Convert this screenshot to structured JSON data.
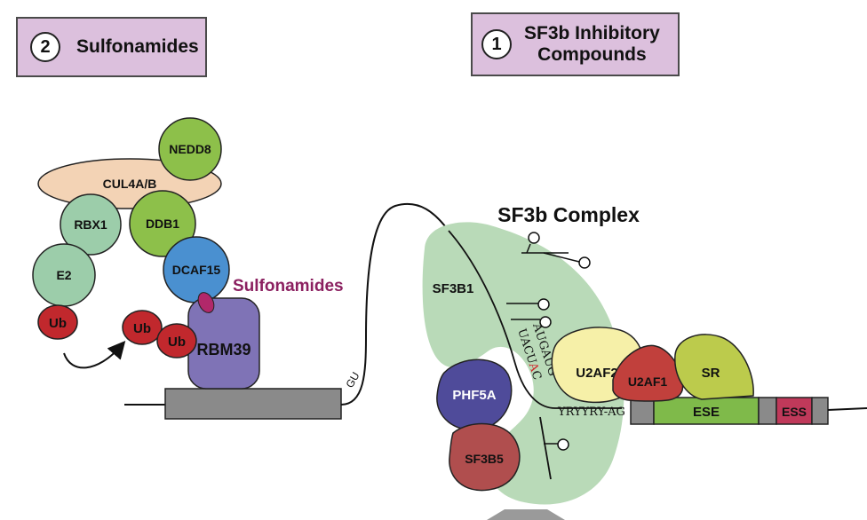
{
  "boxes": {
    "left": {
      "number": "2",
      "label": "Sulfonamides"
    },
    "right": {
      "number": "1",
      "label_line1": "SF3b Inhibitory",
      "label_line2": "Compounds"
    }
  },
  "left_complex": {
    "nedd8": "NEDD8",
    "cul4": "CUL4A/B",
    "rbx1": "RBX1",
    "ddb1": "DDB1",
    "e2": "E2",
    "dcaf15": "DCAF15",
    "ub": "Ub",
    "rbm39": "RBM39",
    "drug_label": "Sulfonamides",
    "gu": "GU"
  },
  "sf3b": {
    "title": "SF3b Complex",
    "sf3b1": "SF3B1",
    "phf5a": "PHF5A",
    "sf3b5": "SF3B5",
    "u2af2": "U2AF2",
    "u2af1": "U2AF1",
    "sr": "SR",
    "ese": "ESE",
    "ess": "ESS",
    "seq_rna_prefix": "UACU",
    "seq_branch_a": "A",
    "seq_rna_suffix": "C",
    "seq_aug": "AUGAUG",
    "seq_polypyr": "YRYYRY",
    "seq_ag": "AG"
  },
  "colors": {
    "box_fill": "#dcc0dd",
    "nedd8": "#8dc04a",
    "cul4": "#f3d3b5",
    "rbx1": "#9ccdaa",
    "ddb1": "#8dc04a",
    "dcaf15": "#4a90d0",
    "ub": "#c1282d",
    "rbm39": "#7f73b6",
    "drug": "#b1286a",
    "sf3b1": "#b9dab8",
    "phf5a": "#4f4b9a",
    "sf3b5": "#b04e4e",
    "u2af2": "#f6f0a8",
    "u2af1": "#c1403c",
    "sr": "#bccb4c",
    "ese": "#7fba4a",
    "ess": "#c0395a",
    "exon_grey": "#8a8a8a"
  }
}
